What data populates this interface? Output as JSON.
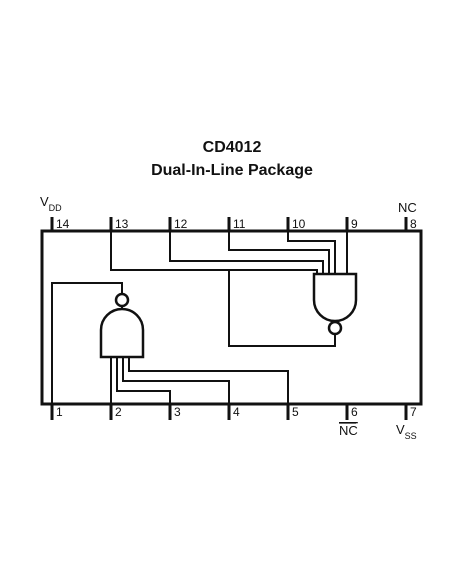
{
  "title": "CD4012",
  "subtitle": "Dual-In-Line Package",
  "pins": {
    "p1": "1",
    "p2": "2",
    "p3": "3",
    "p4": "4",
    "p5": "5",
    "p6": "6",
    "p7": "7",
    "p8": "8",
    "p9": "9",
    "p10": "10",
    "p11": "11",
    "p12": "12",
    "p13": "13",
    "p14": "14"
  },
  "labels": {
    "vdd_main": "V",
    "vdd_sub": "DD",
    "vss_main": "V",
    "vss_sub": "SS",
    "nc_top": "NC",
    "nc_bottom": "NC"
  }
}
